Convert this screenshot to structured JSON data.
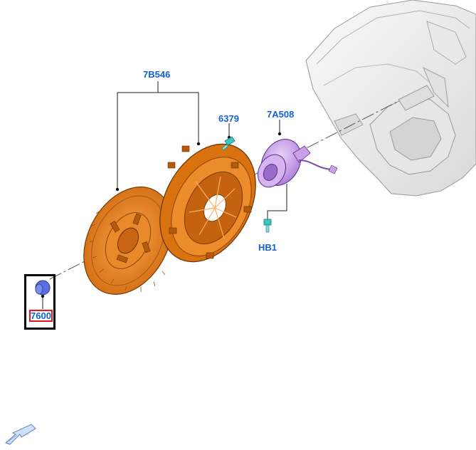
{
  "callouts": {
    "pressure_plate": "7B546",
    "bolt": "6379",
    "slave_cylinder": "7A508",
    "bolt_hb1": "HB1",
    "pilot_bearing": "7600"
  },
  "colors": {
    "callout_text": "#1060d8",
    "clutch_orange": "#e07a16",
    "clutch_dark": "#9a4a08",
    "slave_purple": "#c9a0e8",
    "bolt_teal": "#3fc4c4",
    "bearing_blue": "#5b6fe0",
    "housing_gray": "#eeeeee",
    "selection_border": "#000000",
    "highlight_border": "#e0161b",
    "nav_arrow": "#8fb3e8"
  },
  "icons": {
    "nav": "back-arrow-icon"
  }
}
